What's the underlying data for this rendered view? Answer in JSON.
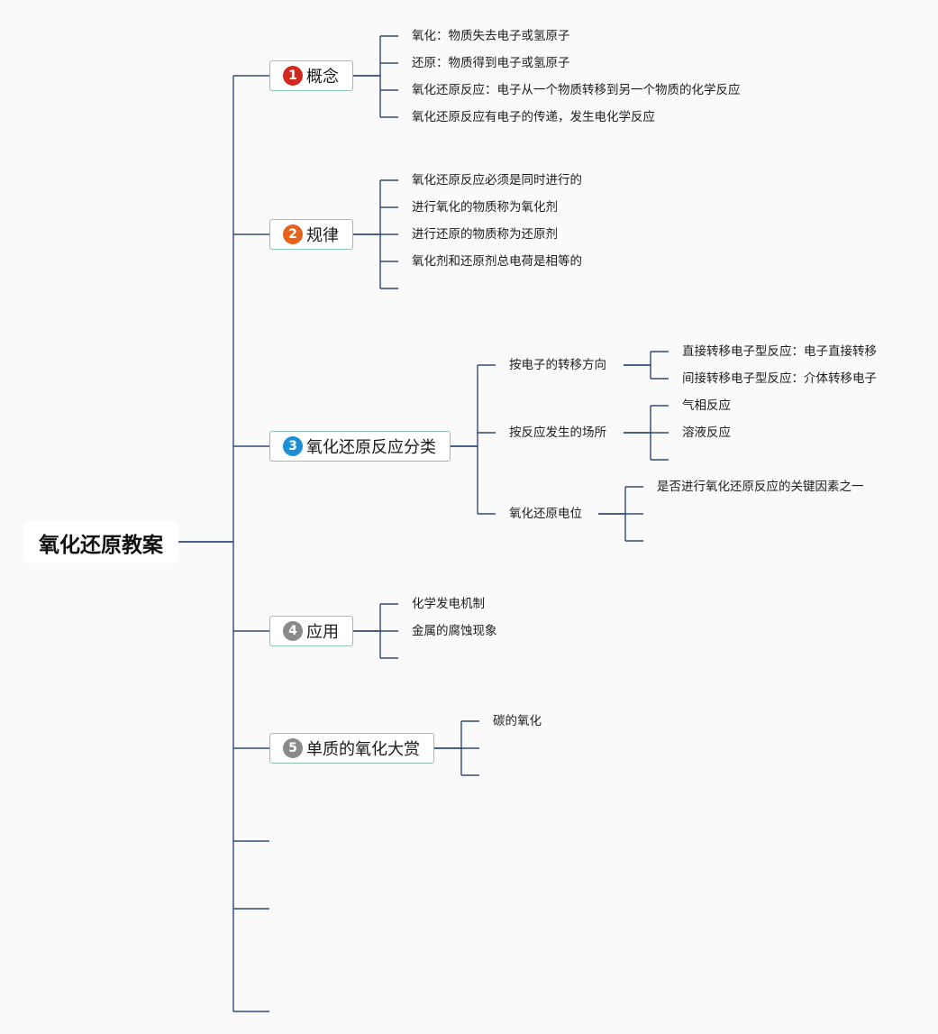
{
  "root": {
    "label": "氧化还原教案"
  },
  "branches": [
    {
      "number": "1",
      "label": "概念",
      "badge_color": "#d0281f",
      "items": [
        "氧化：物质失去电子或氢原子",
        "还原：物质得到电子或氢原子",
        "氧化还原反应：电子从一个物质转移到另一个物质的化学反应",
        "氧化还原反应有电子的传递，发生电化学反应"
      ]
    },
    {
      "number": "2",
      "label": "规律",
      "badge_color": "#e4621e",
      "items": [
        "氧化还原反应必须是同时进行的",
        "进行氧化的物质称为氧化剂",
        "进行还原的物质称为还原剂",
        "氧化剂和还原剂总电荷是相等的"
      ]
    },
    {
      "number": "3",
      "label": "氧化还原反应分类",
      "badge_color": "#1d8ed6",
      "groups": [
        {
          "label": "按电子的转移方向",
          "items": [
            "直接转移电子型反应：电子直接转移",
            "间接转移电子型反应：介体转移电子"
          ]
        },
        {
          "label": "按反应发生的场所",
          "items": [
            "气相反应",
            "溶液反应"
          ]
        },
        {
          "label": "氧化还原电位",
          "items": [
            "是否进行氧化还原反应的关键因素之一"
          ]
        }
      ]
    },
    {
      "number": "4",
      "label": "应用",
      "badge_color": "#8a8a8a",
      "items": [
        "化学发电机制",
        "金属的腐蚀现象"
      ]
    },
    {
      "number": "5",
      "label": "单质的氧化大赏",
      "badge_color": "#8a8a8a",
      "items": [
        "碳的氧化"
      ]
    }
  ],
  "colors": {
    "connector": "#2f4a7e",
    "branch_border": "#8fc4ad"
  }
}
